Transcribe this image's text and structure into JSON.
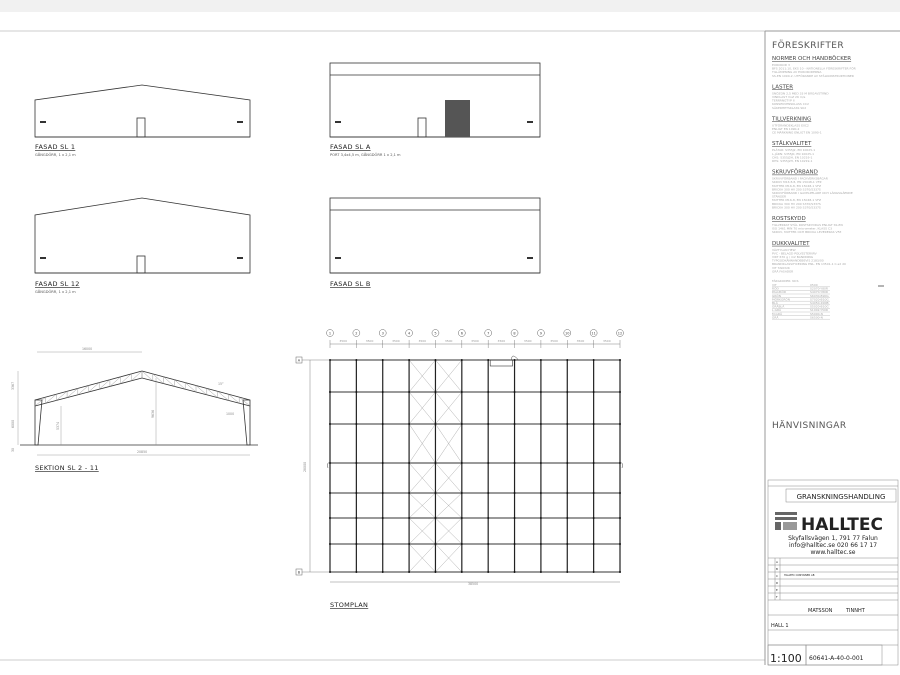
{
  "drawings": {
    "fasad_sl1": {
      "title": "FASAD SL 1",
      "subtitle": "GÅNGDÖRR, 1 x 2,1 m"
    },
    "fasad_sla": {
      "title": "FASAD SL A",
      "subtitle": "PORT 3,4x4,5 m, GÅNGDÖRR 1 x 2,1 m"
    },
    "fasad_sl12": {
      "title": "FASAD SL 12",
      "subtitle": "GÅNGDÖRR, 1 x 2,1 m"
    },
    "fasad_slb": {
      "title": "FASAD SL B"
    },
    "sektion": {
      "title": "SEKTION SL 2 - 11",
      "dims": {
        "span_half": "16000",
        "span": "20850",
        "roof_h": "3367",
        "wall_h": "6000",
        "base": "30",
        "clear_h": "5374",
        "ridge_h": "9636",
        "offset": "1000",
        "angle": "15°"
      }
    },
    "stomplan": {
      "title": "STOMPLAN",
      "axes": [
        "1",
        "2",
        "3",
        "4",
        "5",
        "6",
        "7",
        "8",
        "9",
        "10",
        "11",
        "12"
      ],
      "spacing": "3500",
      "width": "38500",
      "depth": "28000",
      "row_top": "A",
      "row_bottom": "B"
    }
  },
  "notes": {
    "title": "FÖRESKRIFTER",
    "sections": [
      {
        "heading": "NORMER OCH HANDBÖCKER",
        "lines": [
          "EUROKOD 3",
          "BFS 2011:10, EKS 10 - NATIONELLA FÖRESKRIFTER FÖR",
          "TILLÄMPNING AV EUROKODERNA",
          "SS-EN 1090-2, UTFÖRANDE AV STÅLKONSTRUKTIONER"
        ]
      },
      {
        "heading": "LASTER",
        "lines": [
          "SNÖZON 2,5 MED 33 M BÅGAVSTÅND",
          "VINDLAST Vref 26 m/s",
          "TERRÄNGTYP II",
          "KONSEKVENSKLASS CC2",
          "SÄKERHETSKLASS SK2"
        ]
      },
      {
        "heading": "TILLVERKNING",
        "lines": [
          "UTFÖRANDEKLASS EXC2",
          "ENLIGT EN 1090-2",
          "CE MÄRKNING ENLIGT EN 1090-1"
        ]
      },
      {
        "heading": "STÅLKVALITET",
        "lines": [
          "PLÅTAR: S355J2, EN 10025-1",
          "L-JÄRN: S355J0, EN 10025-1",
          "CHS: S355J2H, EN 10219-1",
          "RHS: S355J2H, EN 10219-1"
        ]
      },
      {
        "heading": "SKRUVFÖRBAND",
        "lines": [
          "SKRUVFÖRBAND I FACKVERKSBÅGAR",
          "SKRUV M16 8.8, EN 15048-1 VFZ",
          "MUTTER M16-8, EN 15048-1 VFZ",
          "BRICKA 300 HV 200 S370/S337S",
          "SKRUVFÖRBAND I GAVELPELARE OCH LÄNGSGÅENDE",
          "STÄNGER",
          "MUTTER M16-8, EN 15048-1 VFZ",
          "BRICKA 300 HV 200 S370/S337S",
          "BRICKA 300 HV 200 S370/S337S"
        ]
      },
      {
        "heading": "ROSTSKYDD",
        "lines": [
          "TILLVERKAT STÅL ROSTSKYDDAS ENLIGT SS-EN",
          "ISO 1461 MIN 70 micrometer, KLASS C3",
          "SKRUV, MUTTER OCH BRICKA LEVERERAS VFZ"
        ]
      },
      {
        "heading": "DUKKVALITET",
        "lines": [
          "VÄVTYLAN HEW",
          "PVC - BELAGD POLYESTERVÄV",
          "VIKT 670 g / m2 BANDNING",
          "TYPGODKÄNNANDEBEVIS 2183/00",
          "BRANDKLASSIFICERING ENL. EN 13501-1 C-s2 d0",
          "VIT TAKDUK",
          "GRÅ FASADER"
        ]
      }
    ],
    "colour_table": {
      "title": "FÄRGKODER: NCS",
      "rows": [
        [
          "VIT",
          "0500"
        ],
        [
          "RÖD",
          "S2070-Y80R"
        ],
        [
          "PALURÖD",
          "S4070-Y80R"
        ],
        [
          "GRÖN",
          "S6030-B90G"
        ],
        [
          "MÖRKGRÖN",
          "S7020-B10G"
        ],
        [
          "BLÅ",
          "S4050-R90B"
        ],
        [
          "GRÅBLÅ",
          "S5020-B10G"
        ],
        [
          "L.GRÅ",
          "S1002-Y50R"
        ],
        [
          "M.GRÅ",
          "S5000-N"
        ],
        [
          "GRÅ",
          "S6500-N"
        ]
      ]
    },
    "references_title": "HÄNVISNINGAR"
  },
  "title_block": {
    "status": "GRANSKNINGSHANDLING",
    "company": "HALLTEC",
    "address": "Skyfallsvägen 1, 791 77 Falun",
    "contact": "info@halltec.se 020 66 17 17",
    "web": "www.halltec.se",
    "revision_rows": [
      "A",
      "B",
      "C",
      "D",
      "E",
      "F"
    ],
    "revision_note": "HALLTEC CONTAINER AB",
    "designer": "MATSSON",
    "checker": "TINNHT",
    "object": "HALL 1",
    "scale": "1:100",
    "drawing_number": "60641-A-40-0-001"
  }
}
